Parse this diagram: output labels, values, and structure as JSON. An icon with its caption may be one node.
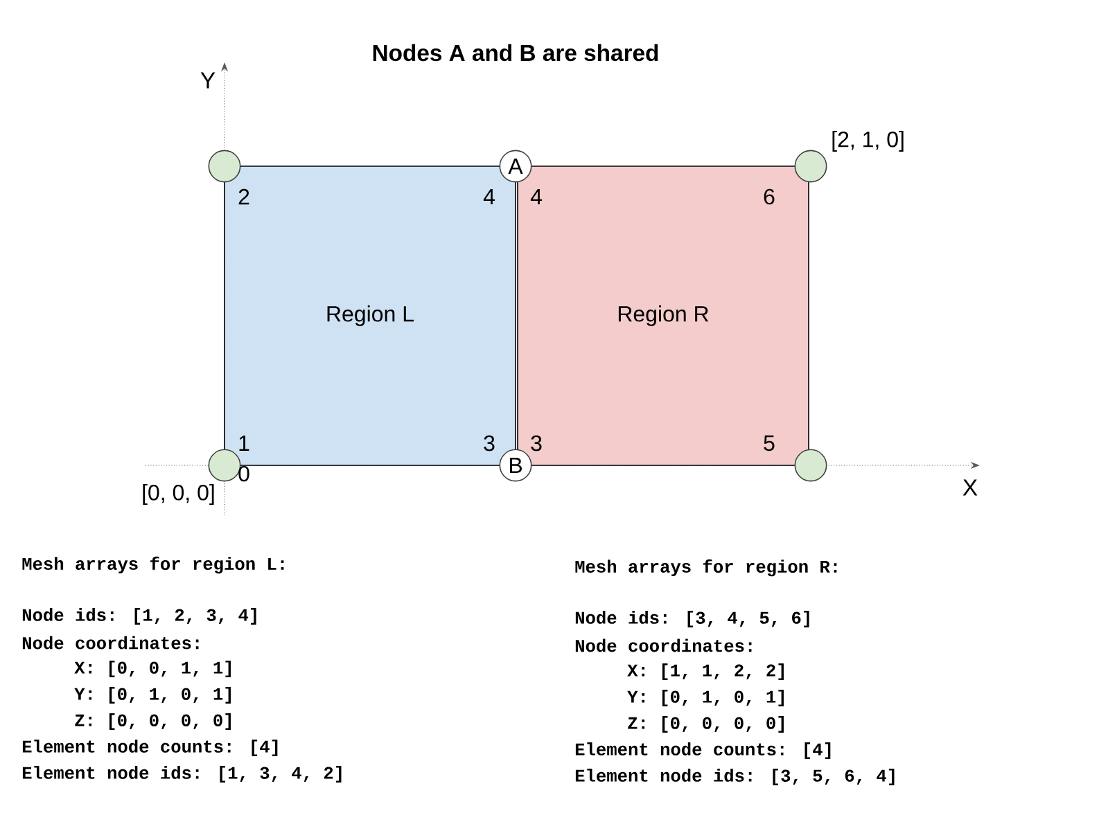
{
  "diagram": {
    "title": "Nodes A and B are shared",
    "nodes": [
      {
        "text": [],
        "shape": "circle"
      },
      {
        "text": [
          "A"
        ]
      },
      {
        "text": [],
        "shape": "circle",
        "beside": [
          "[2, 1, 0]"
        ]
      },
      {
        "text": [
          "Region L"
        ]
      },
      {
        "text": [
          "Region R"
        ]
      },
      {
        "text": [],
        "shape": "circle",
        "beside": [
          "[0, 0, 0]"
        ]
      },
      {
        "text": [
          "B"
        ]
      },
      {
        "text": [],
        "shape": "circle"
      }
    ],
    "labels": [
      "Y",
      "2",
      "4",
      "4",
      "6",
      "1",
      "3",
      "3",
      "5",
      "0",
      "X",
      "Mesh arrays for region L:",
      "Node ids: [1, 2, 3, 4]",
      "Node coordinates:",
      "X: [0, 0, 1, 1]",
      "Y: [0, 1, 0, 1]",
      "Z: [0, 0, 0, 0]",
      "Element node counts: [4]",
      "Element node ids: [1, 3, 4, 2]",
      "Mesh arrays for region R:",
      "Node ids: [3, 4, 5, 6]",
      "Node coordinates:",
      "X: [1, 1, 2, 2]",
      "Y: [0, 1, 0, 1]",
      "Z: [0, 0, 0, 0]",
      "Element node counts: [4]",
      "Element node ids: [3, 5, 6, 4]"
    ]
  }
}
